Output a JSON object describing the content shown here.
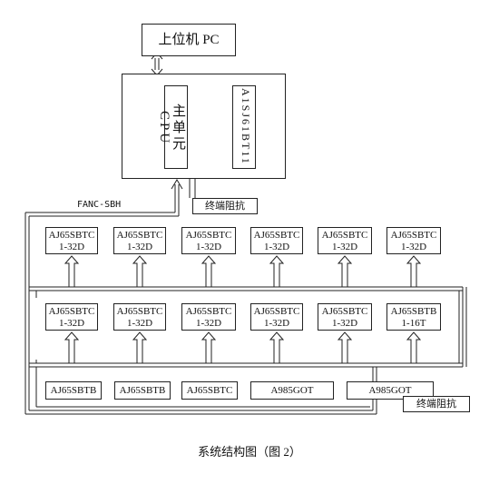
{
  "pc": {
    "label": "上位机 PC"
  },
  "controller": {
    "cpu_label": "主单元 CPU",
    "module_label": "A1SJ61BT11"
  },
  "bus": {
    "name": "FANC-SBH"
  },
  "terminator": {
    "top": "终端阻抗",
    "bottom": "终端阻抗"
  },
  "row1": [
    {
      "l1": "AJ65SBTC",
      "l2": "1-32D"
    },
    {
      "l1": "AJ65SBTC",
      "l2": "1-32D"
    },
    {
      "l1": "AJ65SBTC",
      "l2": "1-32D"
    },
    {
      "l1": "AJ65SBTC",
      "l2": "1-32D"
    },
    {
      "l1": "AJ65SBTC",
      "l2": "1-32D"
    },
    {
      "l1": "AJ65SBTC",
      "l2": "1-32D"
    }
  ],
  "row2": [
    {
      "l1": "AJ65SBTC",
      "l2": "1-32D"
    },
    {
      "l1": "AJ65SBTC",
      "l2": "1-32D"
    },
    {
      "l1": "AJ65SBTC",
      "l2": "1-32D"
    },
    {
      "l1": "AJ65SBTC",
      "l2": "1-32D"
    },
    {
      "l1": "AJ65SBTC",
      "l2": "1-32D"
    },
    {
      "l1": "AJ65SBTB",
      "l2": "1-16T"
    }
  ],
  "row3": [
    {
      "l1": "AJ65SBTB"
    },
    {
      "l1": "AJ65SBTB"
    },
    {
      "l1": "AJ65SBTC"
    },
    {
      "l1": "A985GOT"
    },
    {
      "l1": "A985GOT"
    }
  ],
  "caption": "系统结构图（图 2）"
}
